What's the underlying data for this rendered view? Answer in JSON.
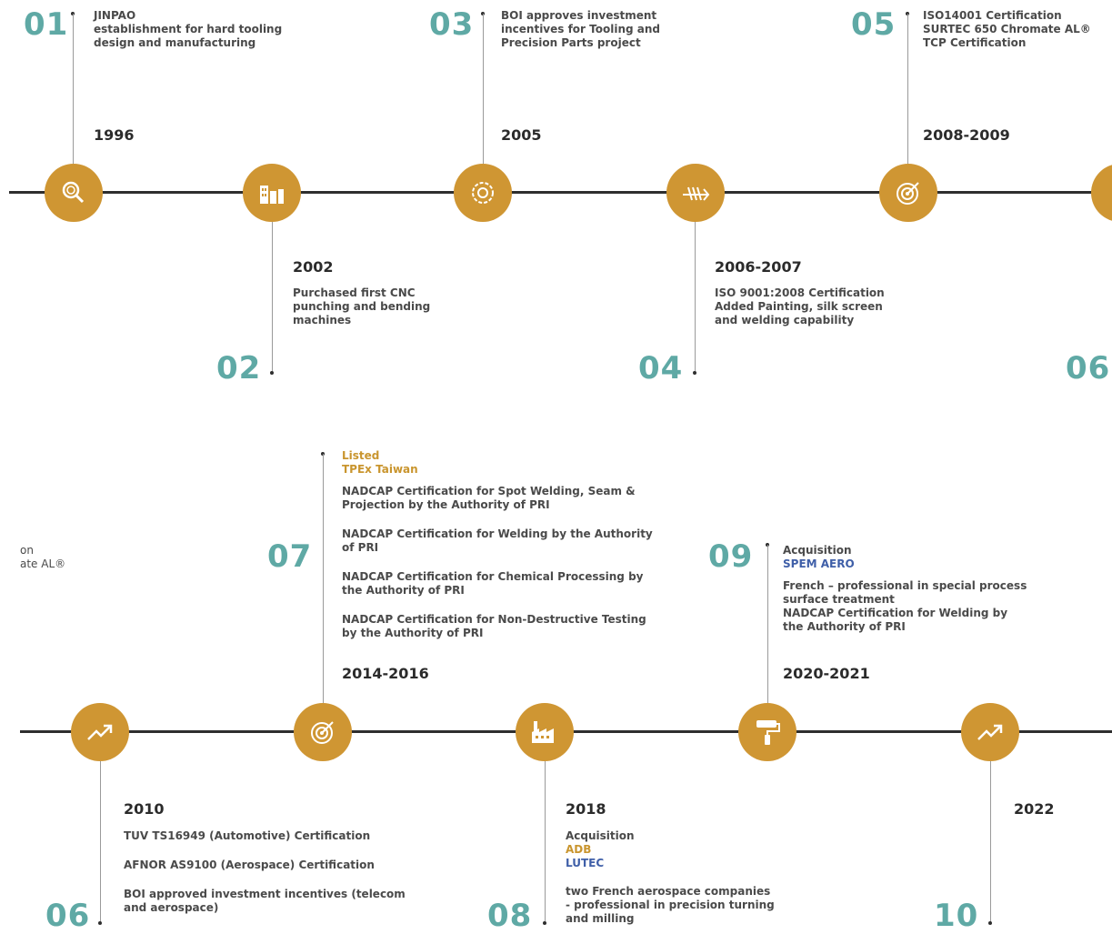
{
  "colors": {
    "gold": "#cf9633",
    "teal": "#5fa9a5",
    "blue": "#3f5fa8",
    "line": "#2e2e2e"
  },
  "top": {
    "m01": {
      "num": "01",
      "year": "1996",
      "lines": [
        "JINPAO",
        "establishment for hard tooling",
        "design and manufacturing"
      ],
      "icon": "search-icon"
    },
    "m02": {
      "num": "02",
      "year": "2002",
      "lines": [
        "Purchased first CNC",
        "punching and bending",
        "machines"
      ],
      "icon": "factory-building-icon"
    },
    "m03": {
      "num": "03",
      "year": "2005",
      "lines": [
        "BOI approves investment",
        "incentives for Tooling and",
        "Precision Parts project"
      ],
      "icon": "gear-icon"
    },
    "m04": {
      "num": "04",
      "year": "2006-2007",
      "lines": [
        "ISO 9001:2008 Certification",
        "Added Painting, silk screen",
        "and welding capability"
      ],
      "icon": "arrows-icon"
    },
    "m05": {
      "num": "05",
      "year": "2008-2009",
      "lines": [
        "ISO14001 Certification",
        "SURTEC 650 Chromate AL®",
        "TCP Certification"
      ],
      "icon": "target-icon"
    },
    "m06_partial": {
      "num": "06"
    }
  },
  "bottom": {
    "cut_lines": [
      "on",
      "ate AL®"
    ],
    "m06": {
      "num": "06",
      "year": "2010",
      "lines": [
        "TUV TS16949 (Automotive) Certification",
        "AFNOR AS9100 (Aerospace) Certification",
        "BOI approved investment incentives (telecom",
        "and aerospace)"
      ],
      "icon": "trend-up-icon"
    },
    "m07": {
      "num": "07",
      "year": "2014-2016",
      "highlight": [
        "Listed",
        "TPEx Taiwan"
      ],
      "lines": [
        "NADCAP Certification for Spot Welding, Seam &",
        "Projection by the Authority of PRI",
        "NADCAP Certification for Welding by the Authority",
        "of PRI",
        "NADCAP Certification for Chemical Processing by",
        "the Authority of PRI",
        "NADCAP Certification for Non-Destructive Testing",
        "by the Authority of PRI"
      ],
      "icon": "target-icon"
    },
    "m08": {
      "num": "08",
      "year": "2018",
      "lines_head": "Acquisition",
      "gold": "ADB",
      "blue": "LUTEC",
      "lines": [
        "two French aerospace companies",
        "- professional in precision turning",
        "and milling"
      ],
      "icon": "factory-icon"
    },
    "m09": {
      "num": "09",
      "year": "2020-2021",
      "lines_head": "Acquisition",
      "blue": "SPEM AERO",
      "lines": [
        "French – professional in special process",
        "surface treatment",
        "NADCAP Certification for Welding by",
        "the Authority of PRI"
      ],
      "icon": "paint-roller-icon"
    },
    "m10": {
      "num": "10",
      "year": "2022",
      "icon": "trend-up-icon"
    }
  }
}
